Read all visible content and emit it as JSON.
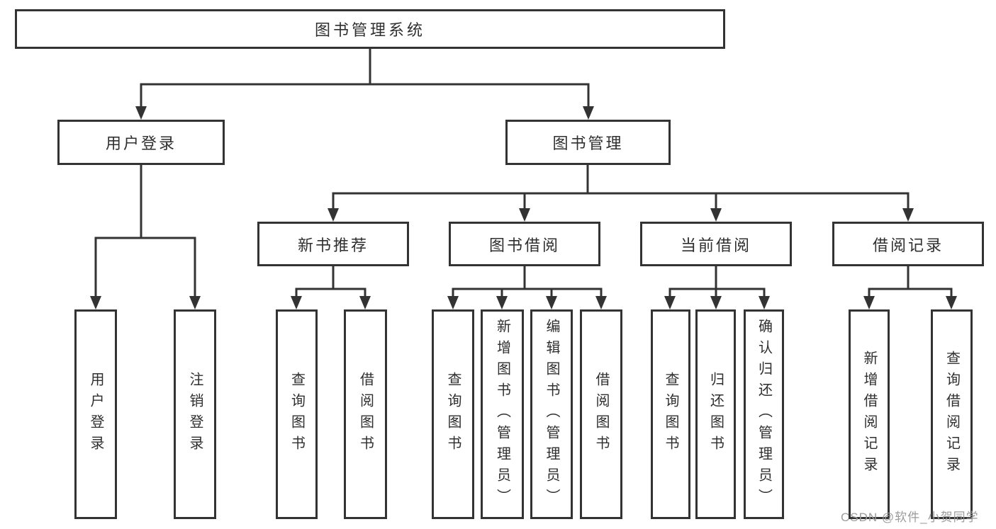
{
  "diagram": {
    "root": {
      "label": "图书管理系统"
    },
    "branches": [
      {
        "label": "用户登录",
        "children": [
          {
            "label": "用户登录"
          },
          {
            "label": "注销登录"
          }
        ]
      },
      {
        "label": "图书管理",
        "children": [
          {
            "label": "新书推荐",
            "children": [
              {
                "label": "查询图书"
              },
              {
                "label": "借阅图书"
              }
            ]
          },
          {
            "label": "图书借阅",
            "children": [
              {
                "label": "查询图书"
              },
              {
                "label": "新增图书（管理员）"
              },
              {
                "label": "编辑图书（管理员）"
              },
              {
                "label": "借阅图书"
              }
            ]
          },
          {
            "label": "当前借阅",
            "children": [
              {
                "label": "查询图书"
              },
              {
                "label": "归还图书"
              },
              {
                "label": "确认归还（管理员）"
              }
            ]
          },
          {
            "label": "借阅记录",
            "children": [
              {
                "label": "新增借阅记录"
              },
              {
                "label": "查询借阅记录"
              }
            ]
          }
        ]
      }
    ]
  },
  "watermark": {
    "text": "CSDN @软件_小贺同学"
  },
  "colors": {
    "line": "#333333",
    "border": "#333333",
    "text": "#2f2f2f",
    "background": "#ffffff",
    "watermark": "#9b9b9b"
  }
}
